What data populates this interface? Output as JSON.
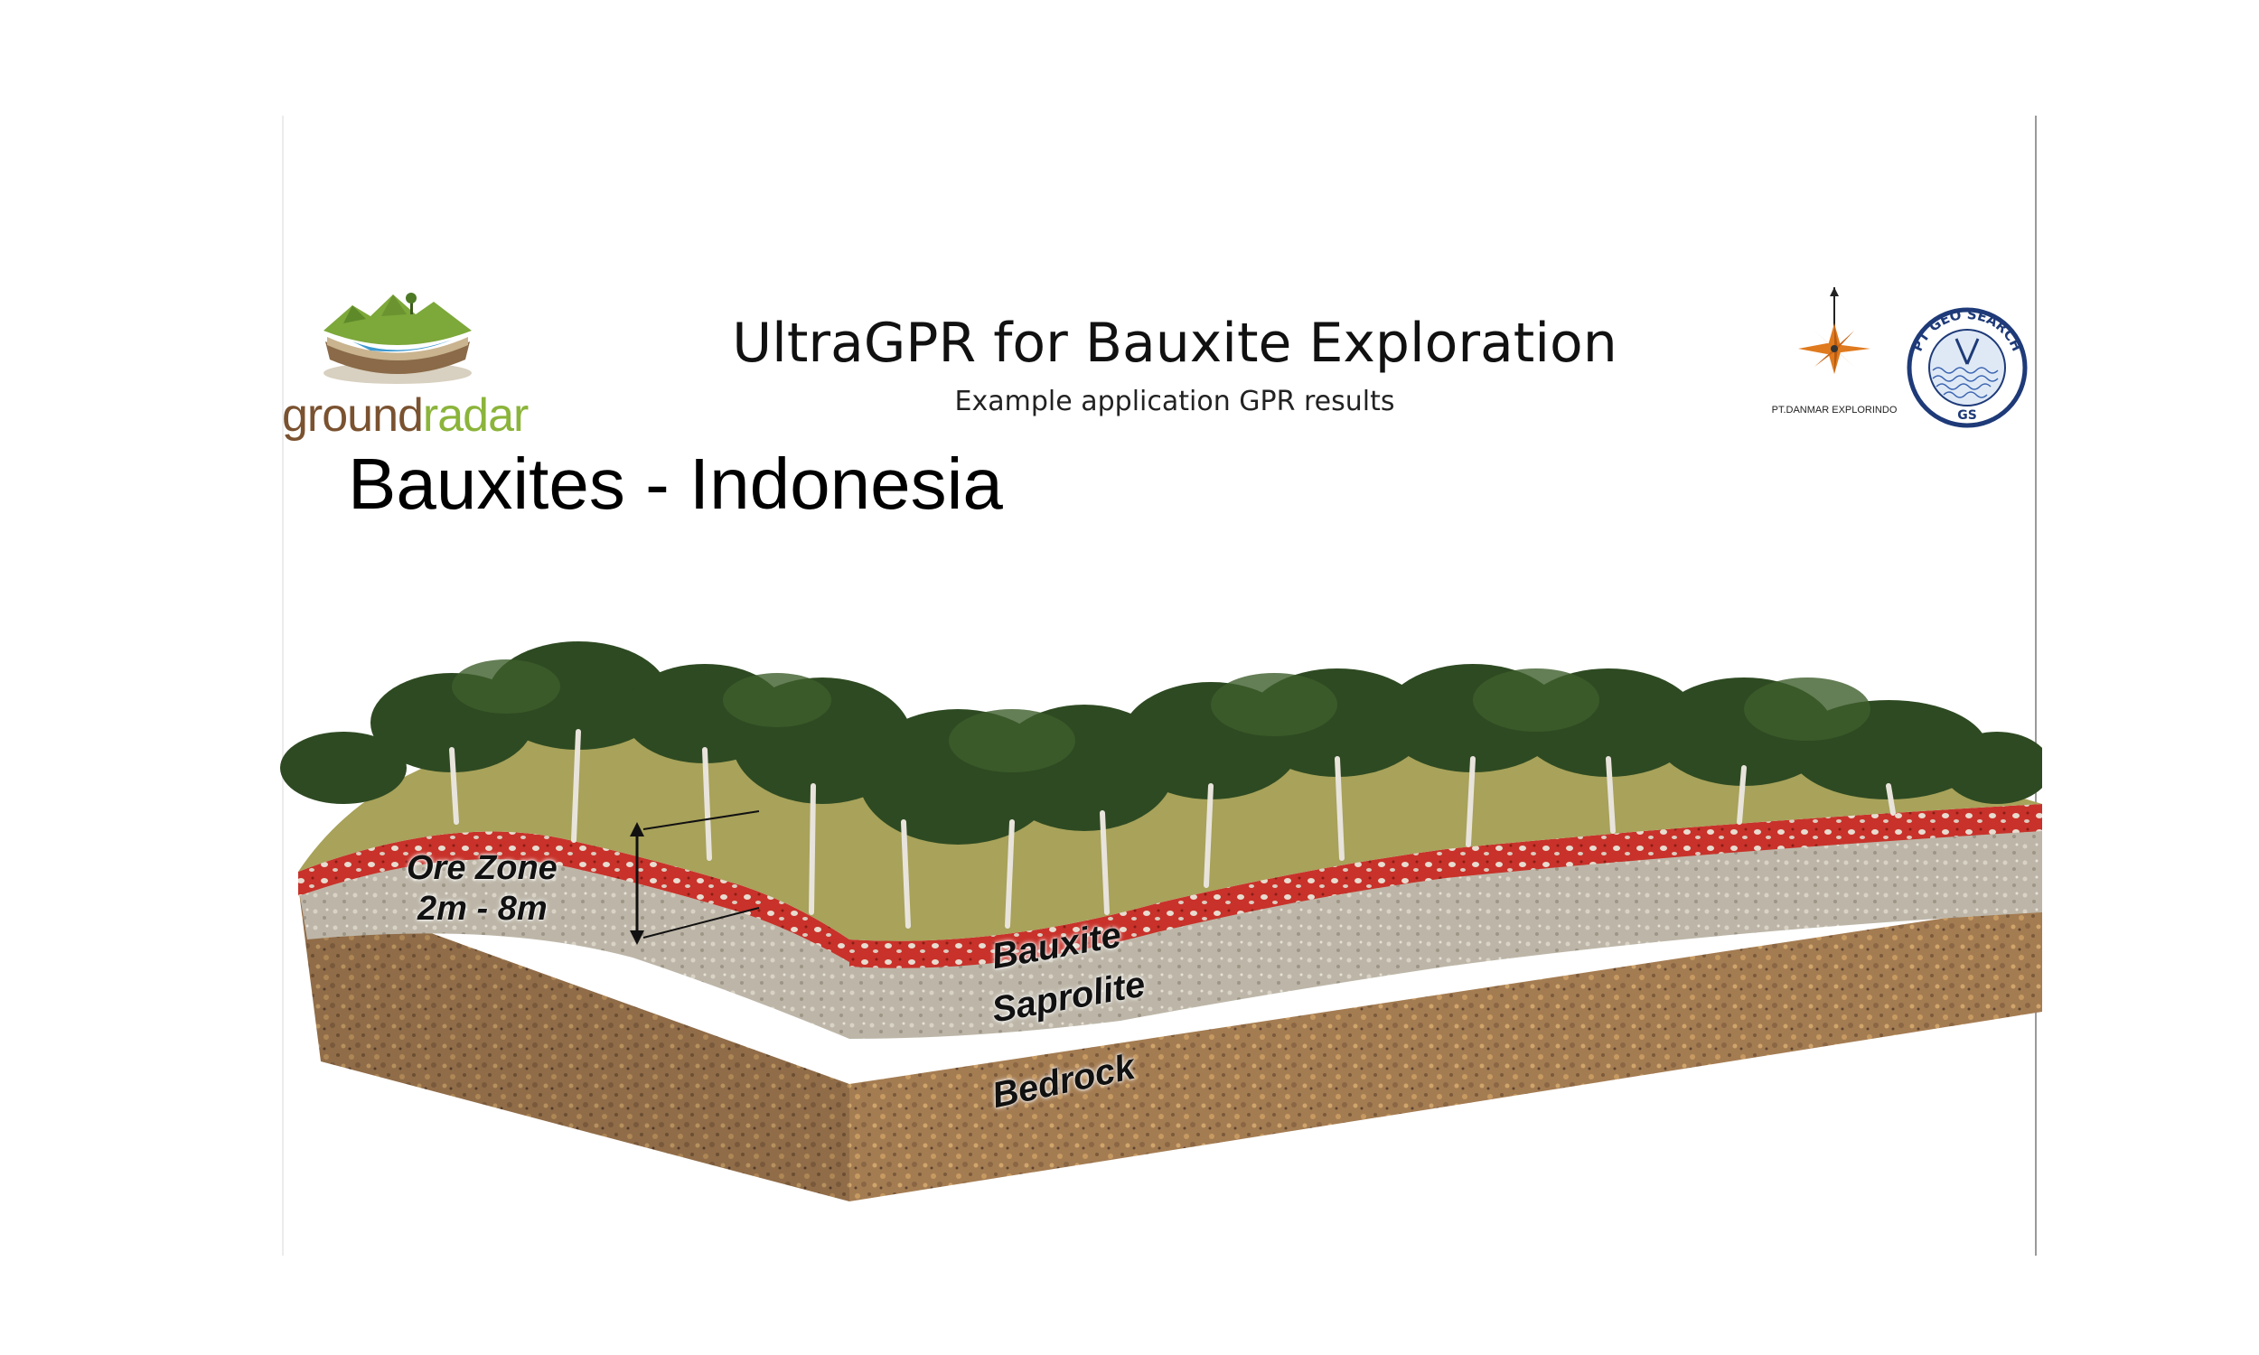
{
  "header": {
    "title": "UltraGPR for Bauxite Exploration",
    "subtitle": "Example application GPR results"
  },
  "heading": "Bauxites - Indonesia",
  "logos": {
    "groundradar": {
      "word_part1": "ground",
      "word_part2": "radar"
    },
    "danmar": {
      "caption": "PT.DANMAR EXPLORINDO"
    },
    "geosearch": {
      "arc_text": "PT GEO SEARCH",
      "initials": "GS"
    }
  },
  "diagram": {
    "labels": {
      "ore_zone": "Ore Zone",
      "ore_depth": "2m - 8m",
      "bauxite": "Bauxite",
      "saprolite": "Saprolite",
      "bedrock": "Bedrock"
    }
  },
  "colors": {
    "bauxite_layer": "#c8322a",
    "saprolite_layer": "#b8b2a6",
    "bedrock_layer": "#a07a52",
    "grass": "#a8a25a",
    "tree_canopy": "#2e4a22",
    "groundradar_brown": "#7a5230",
    "groundradar_green": "#8bb43a"
  }
}
